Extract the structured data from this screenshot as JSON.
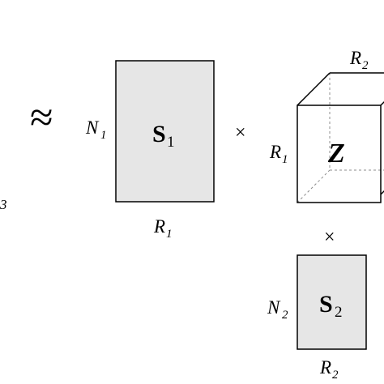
{
  "labels": {
    "left_partial_sub": "3",
    "approx": "≈",
    "s1_row": "N",
    "s1_row_sub": "1",
    "s1_matrix": "S",
    "s1_matrix_sub": "1",
    "s1_col": "R",
    "s1_col_sub": "1",
    "times_1": "×",
    "z_top": "R",
    "z_top_sub": "2",
    "z_left": "R",
    "z_left_sub": "1",
    "z_tensor": "Z",
    "times_2": "×",
    "s2_row": "N",
    "s2_row_sub": "2",
    "s2_matrix": "S",
    "s2_matrix_sub": "2",
    "s2_col": "R",
    "s2_col_sub": "2"
  },
  "colors": {
    "matrix_fill": "#e6e6e6",
    "stroke": "#000000",
    "hidden_edge": "#8c8c8c"
  }
}
